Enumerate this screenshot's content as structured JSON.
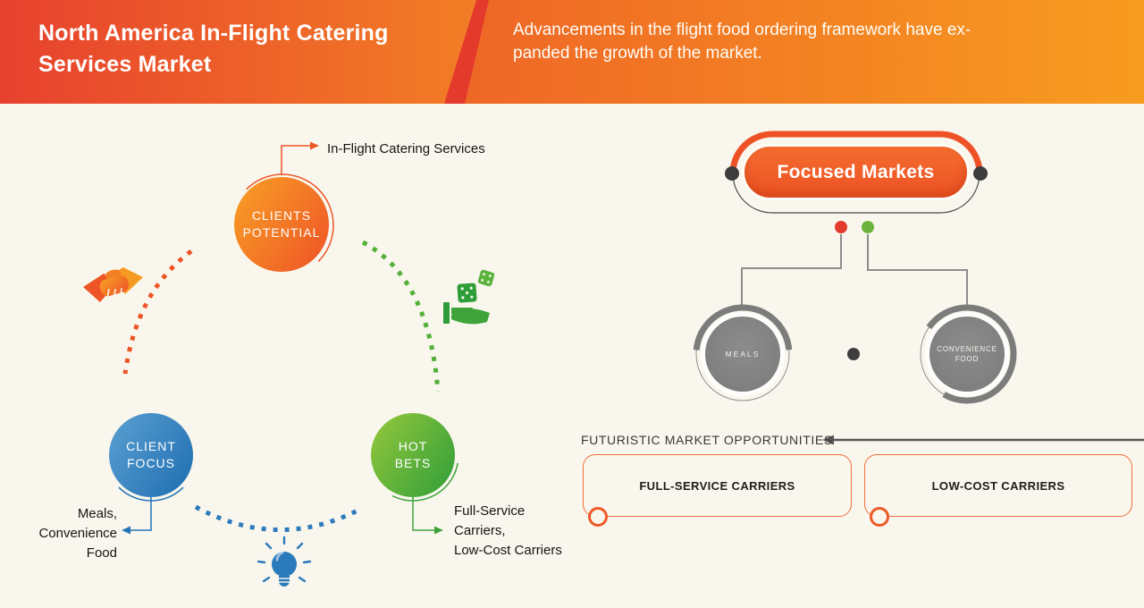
{
  "header": {
    "title_lines": [
      "North America In-Flight Catering",
      "Services Market"
    ],
    "subtitle_lines": [
      "Advancements in the flight food ordering framework have ex-",
      "panded the growth of the market."
    ],
    "bg_gradient": [
      "#e7412e",
      "#f89b20"
    ],
    "divider_stripe_color": "#e33a2c"
  },
  "cycle": {
    "nodes": [
      {
        "id": "clients-potential",
        "lines": [
          "CLIENTS",
          "POTENTIAL"
        ],
        "color_from": "#f9a126",
        "color_to": "#ee5226",
        "callout_lines": [
          "In-Flight Catering Services"
        ]
      },
      {
        "id": "client-focus",
        "lines": [
          "CLIENT",
          "FOCUS"
        ],
        "color_from": "#5aa0d2",
        "color_to": "#1f6db1",
        "callout_lines": [
          "Meals,",
          "Convenience",
          "Food"
        ]
      },
      {
        "id": "hot-bets",
        "lines": [
          "HOT",
          "BETS"
        ],
        "color_from": "#96c83d",
        "color_to": "#2f9e38",
        "callout_lines": [
          "Full-Service",
          "Carriers,",
          "Low-Cost Carriers"
        ]
      }
    ],
    "icons": [
      {
        "name": "handshake-icon",
        "color": "#f28024"
      },
      {
        "name": "dice-hand-icon",
        "color": "#3fa43a"
      },
      {
        "name": "lightbulb-icon",
        "color": "#2b7abc"
      }
    ]
  },
  "focused": {
    "pill_label": "Focused Markets",
    "pill_color": "#f15e2c",
    "ring_accent_color": "#ef5126",
    "anchor_dot_color": "#3c3c3c",
    "legend_dots": [
      {
        "color": "#e23b2e"
      },
      {
        "color": "#6cb33e"
      }
    ],
    "segments": [
      {
        "lines": [
          "MEALS"
        ]
      },
      {
        "lines": [
          "CONVENIENCE",
          "FOOD"
        ]
      }
    ],
    "segment_fill": "#828282"
  },
  "opportunities": {
    "heading": "FUTURISTIC MARKET OPPORTUNITIES",
    "boxes": [
      {
        "label": "FULL-SERVICE CARRIERS"
      },
      {
        "label": "LOW-COST CARRIERS"
      }
    ],
    "box_border_color": "#ee6f3d"
  }
}
